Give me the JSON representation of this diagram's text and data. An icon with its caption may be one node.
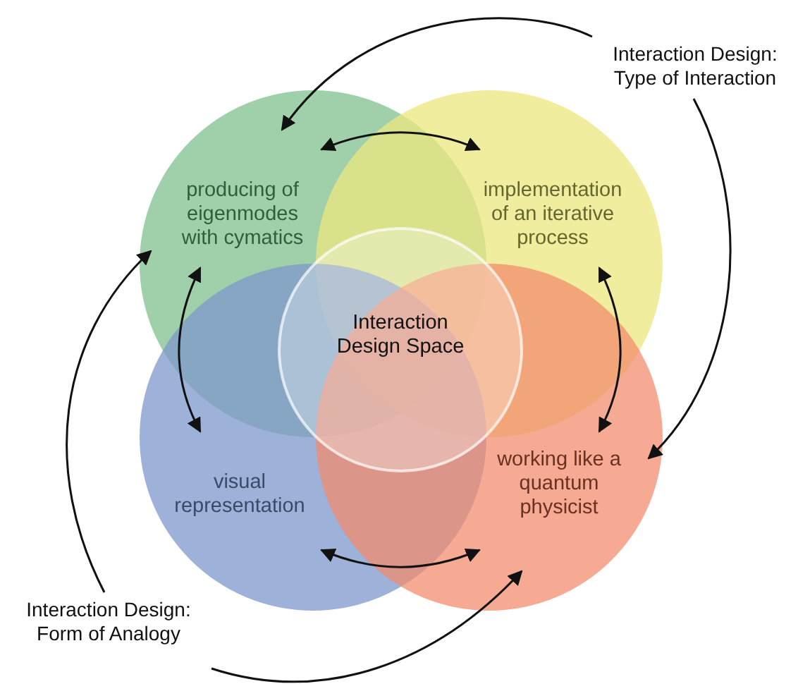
{
  "diagram": {
    "nodes": [
      {
        "text": [
          "producing of eigenmodes with cymatics"
        ]
      },
      {
        "text": [
          "implementation of an iterative process"
        ]
      },
      {
        "text": [
          "visual representation"
        ]
      },
      {
        "text": [
          "working like a quantum physicist"
        ]
      },
      {
        "text": [
          "Interaction Design Space"
        ]
      },
      {
        "text": [
          "Interaction Design: Type of Interaction"
        ]
      },
      {
        "text": [
          "Interaction Design: Form of Analogy"
        ]
      }
    ],
    "edges": [
      {
        "from": 5,
        "to": 0,
        "arrow": "to"
      },
      {
        "from": 5,
        "to": 3,
        "arrow": "to"
      },
      {
        "from": 6,
        "to": 0,
        "arrow": "to"
      },
      {
        "from": 6,
        "to": 3,
        "arrow": "to"
      },
      {
        "from": 0,
        "to": 1,
        "arrow": "both"
      },
      {
        "from": 0,
        "to": 2,
        "arrow": "both"
      },
      {
        "from": 1,
        "to": 3,
        "arrow": "both"
      },
      {
        "from": 2,
        "to": 3,
        "arrow": "both"
      }
    ]
  }
}
